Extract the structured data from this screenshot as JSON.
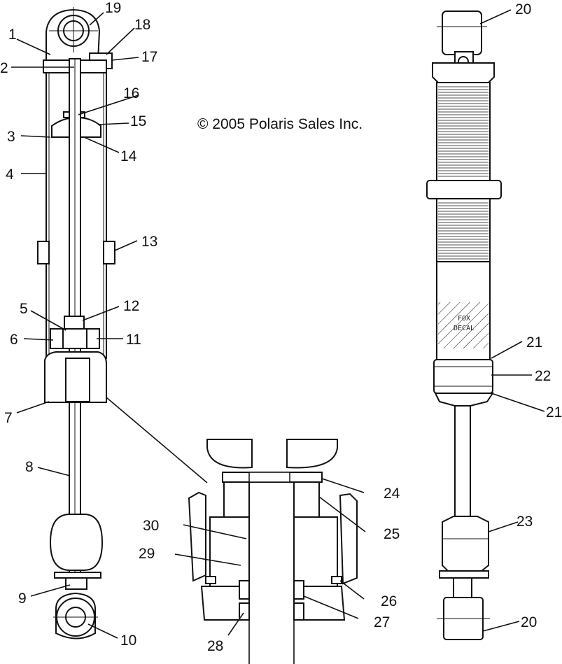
{
  "copyright": "© 2005 Polaris Sales Inc.",
  "decal_label": [
    "FOX",
    "DECAL"
  ],
  "callouts": [
    "1",
    "2",
    "3",
    "4",
    "5",
    "6",
    "7",
    "8",
    "9",
    "10",
    "11",
    "12",
    "13",
    "14",
    "15",
    "16",
    "17",
    "18",
    "19",
    "20",
    "20",
    "21",
    "21",
    "22",
    "23",
    "24",
    "25",
    "26",
    "27",
    "28",
    "29",
    "30"
  ]
}
